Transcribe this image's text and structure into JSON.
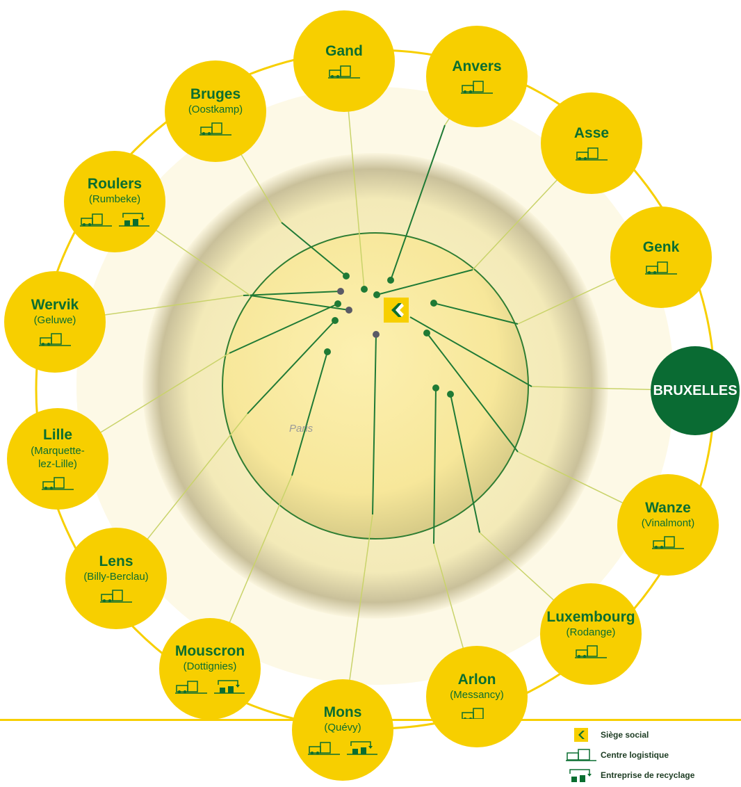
{
  "map": {
    "city_label": "Paris"
  },
  "headquarters": {
    "name": "BRUXELLES"
  },
  "locations": [
    {
      "name": "Gand",
      "sub": "",
      "icons": [
        "logistics"
      ]
    },
    {
      "name": "Anvers",
      "sub": "",
      "icons": [
        "logistics"
      ]
    },
    {
      "name": "Asse",
      "sub": "",
      "icons": [
        "logistics"
      ]
    },
    {
      "name": "Genk",
      "sub": "",
      "icons": [
        "logistics"
      ]
    },
    {
      "name": "Wanze",
      "sub": "(Vinalmont)",
      "icons": [
        "logistics"
      ]
    },
    {
      "name": "Luxembourg",
      "sub": "(Rodange)",
      "icons": [
        "logistics"
      ]
    },
    {
      "name": "Arlon",
      "sub": "(Messancy)",
      "icons": [
        "logistics"
      ]
    },
    {
      "name": "Mons",
      "sub": "(Quévy)",
      "icons": [
        "logistics",
        "recycling"
      ]
    },
    {
      "name": "Mouscron",
      "sub": "(Dottignies)",
      "icons": [
        "logistics",
        "recycling"
      ]
    },
    {
      "name": "Lens",
      "sub": "(Billy-Berclau)",
      "icons": [
        "logistics"
      ]
    },
    {
      "name": "Lille",
      "sub": "(Marquette-\nlez-Lille)",
      "icons": [
        "logistics"
      ]
    },
    {
      "name": "Wervik",
      "sub": "(Geluwe)",
      "icons": [
        "logistics"
      ]
    },
    {
      "name": "Roulers",
      "sub": "(Rumbeke)",
      "icons": [
        "logistics",
        "recycling"
      ]
    },
    {
      "name": "Bruges",
      "sub": "(Oostkamp)",
      "icons": [
        "logistics"
      ]
    }
  ],
  "legend": {
    "head_office": "Siège social",
    "logistics": "Centre logistique",
    "recycling": "Entreprise de recyclage"
  },
  "colors": {
    "yellow": "#f7cf00",
    "green": "#0a6e30",
    "dark_green": "#0a6b33",
    "pale_yellow": "#fdf7d2"
  }
}
